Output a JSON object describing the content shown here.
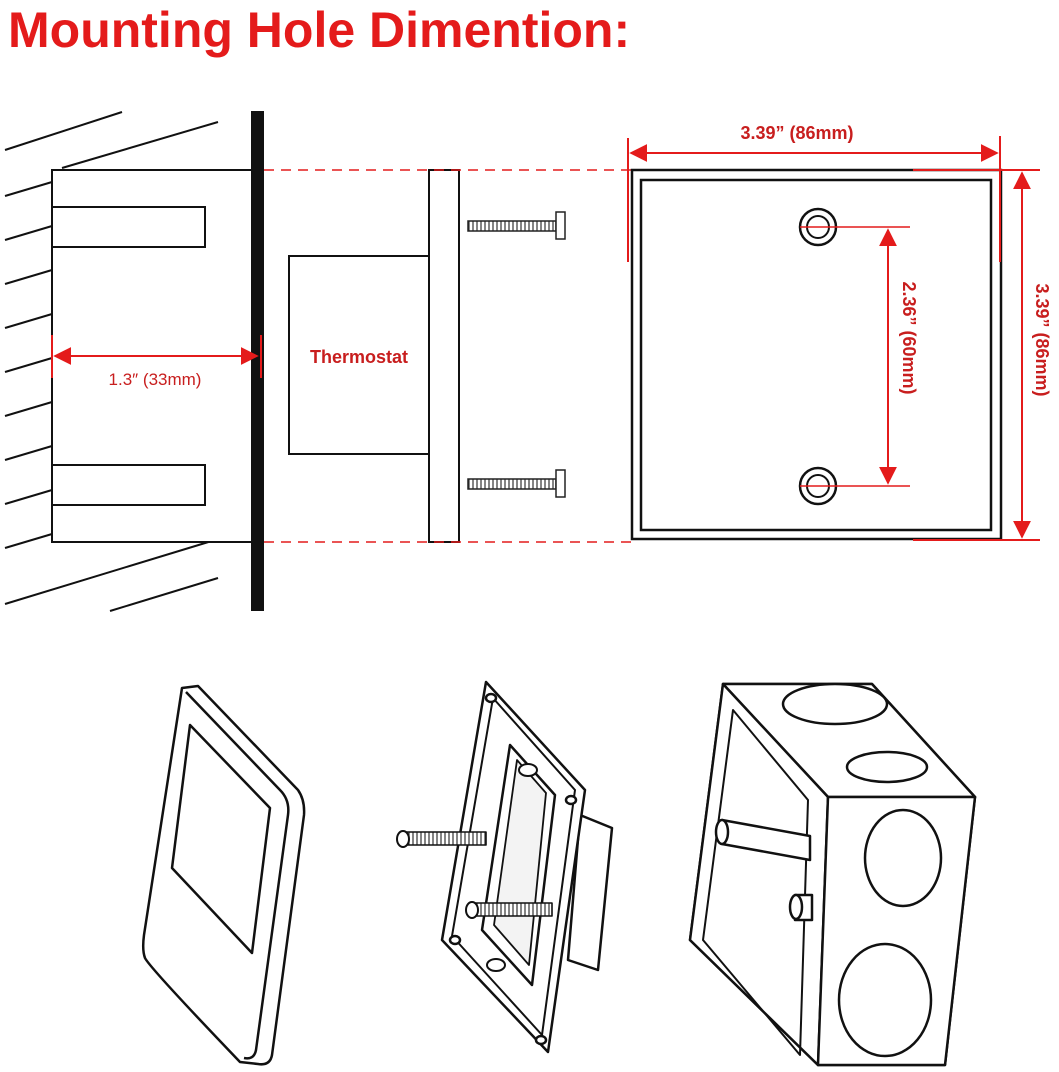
{
  "title": "Mounting Hole Dimention:",
  "labels": {
    "depth": "1.3″ (33mm)",
    "thermostat": "Thermostat",
    "width": "3.39” (86mm)",
    "height": "3.39” (86mm)",
    "hole_spacing": "2.36” (60mm)"
  },
  "colors": {
    "title": "#e41b1b",
    "dimension_line": "#e41b1b",
    "dimension_text": "#c81e1e",
    "drawing": "#111111"
  },
  "illustrations": [
    "thermostat-panel-icon",
    "mounting-plate-icon",
    "junction-box-icon"
  ]
}
